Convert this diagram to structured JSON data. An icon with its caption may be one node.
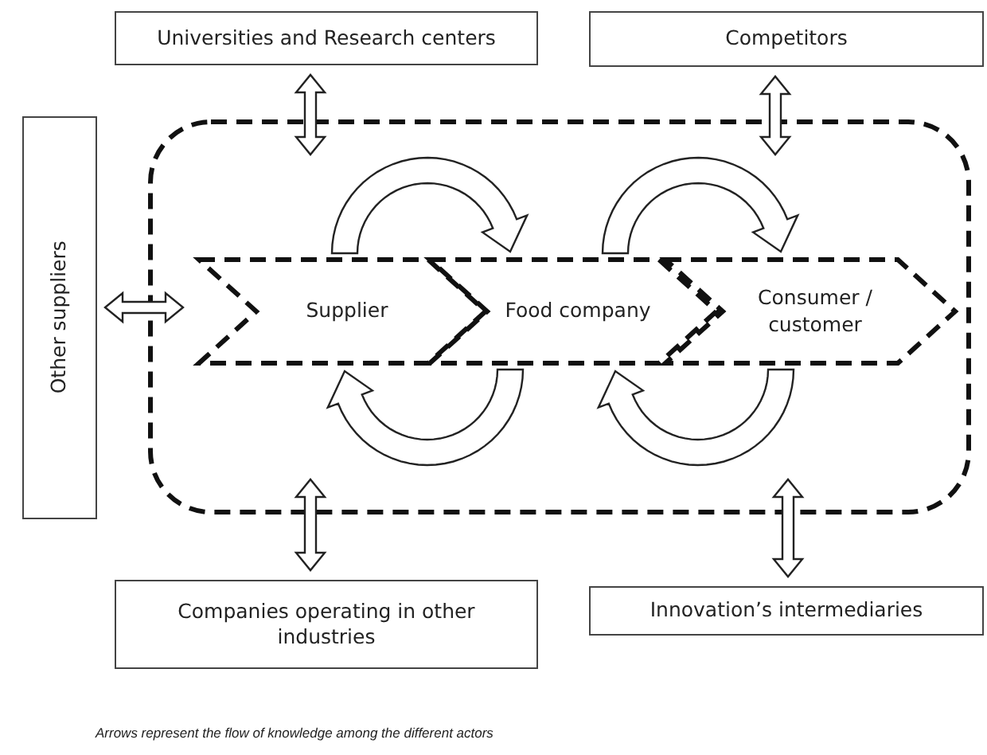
{
  "diagram": {
    "caption": "Arrows represent the flow of knowledge among the different actors",
    "nodes": [
      {
        "text": [
          "Universities and Research centers"
        ]
      },
      {
        "text": [
          "Competitors"
        ]
      },
      {
        "text": [
          "Other suppliers"
        ]
      },
      {
        "text": [],
        "shape": "box"
      },
      {
        "text": [
          "Supplier"
        ],
        "in": 3
      },
      {
        "text": [
          "Food company"
        ],
        "in": 3
      },
      {
        "text": [
          "Consumer / customer"
        ],
        "in": 3
      },
      {
        "text": [
          "Companies operating in other industries"
        ]
      },
      {
        "text": [
          "Innovation’s intermediaries"
        ]
      }
    ],
    "edges": [
      {
        "from": 0,
        "to": 3,
        "arrow": "both"
      },
      {
        "from": 1,
        "to": 3,
        "arrow": "both"
      },
      {
        "from": 2,
        "to": 3,
        "arrow": "both"
      },
      {
        "from": 7,
        "to": 3,
        "arrow": "both"
      },
      {
        "from": 8,
        "to": 3,
        "arrow": "both"
      },
      {
        "from": 4,
        "to": 5,
        "arrow": "to"
      },
      {
        "from": 5,
        "to": 6,
        "arrow": "to"
      },
      {
        "from": 5,
        "to": 4,
        "arrow": "to"
      },
      {
        "from": 6,
        "to": 5,
        "arrow": "to"
      }
    ]
  }
}
